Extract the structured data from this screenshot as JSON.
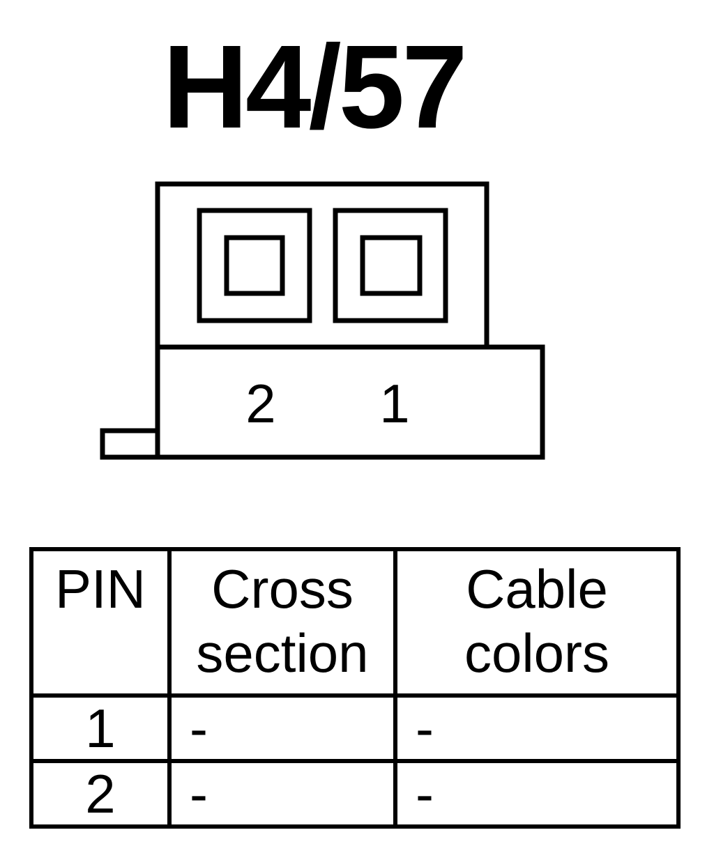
{
  "title": "H4/57",
  "connector": {
    "pin_labels": [
      "2",
      "1"
    ]
  },
  "table": {
    "headers": {
      "pin": "PIN",
      "cross_section_line1": "Cross",
      "cross_section_line2": "section",
      "cable_colors_line1": "Cable",
      "cable_colors_line2": "colors"
    },
    "rows": [
      {
        "pin": "1",
        "cross_section": "-",
        "cable_colors": "-"
      },
      {
        "pin": "2",
        "cross_section": "-",
        "cable_colors": "-"
      }
    ]
  }
}
